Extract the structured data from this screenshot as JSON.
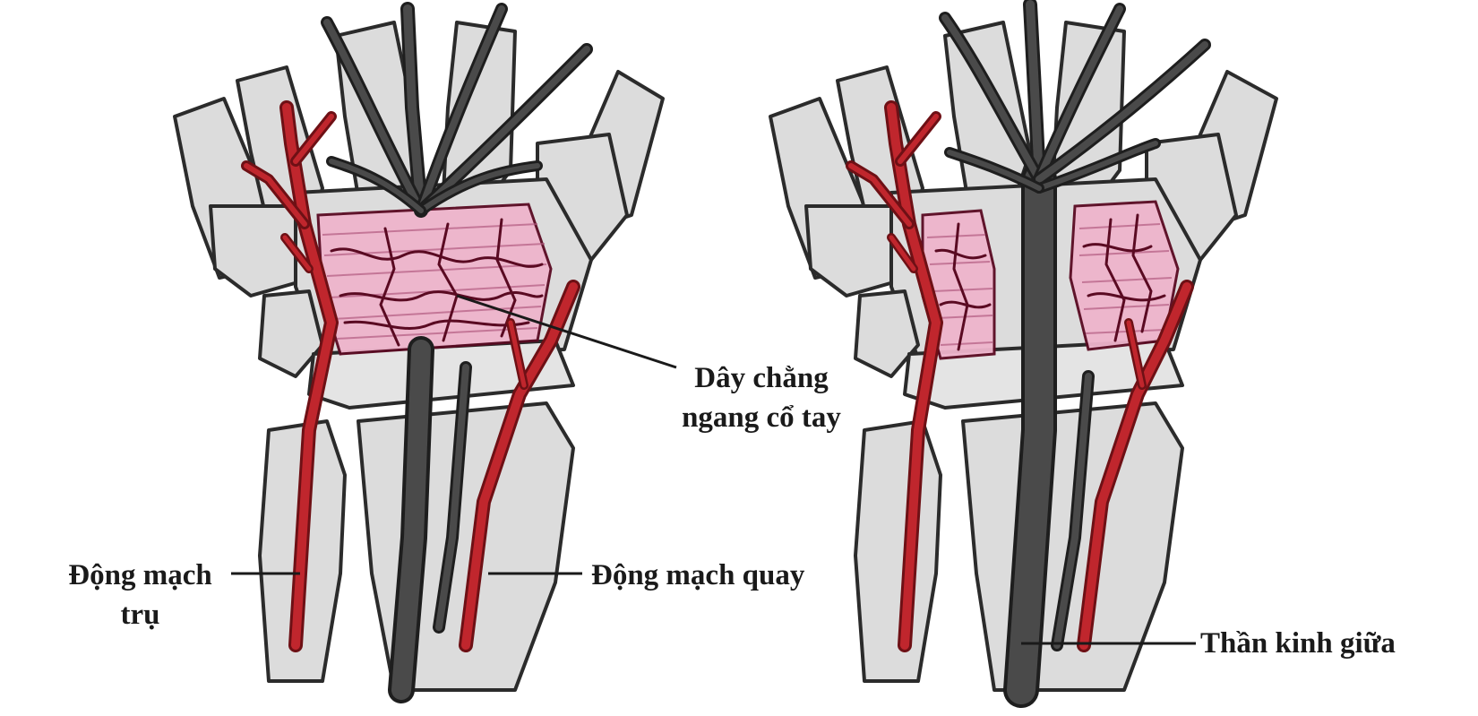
{
  "labels": {
    "ligament_line1": "Dây chằng",
    "ligament_line2": "ngang cổ tay",
    "ulnar_line1": "Động mạch",
    "ulnar_line2": "trụ",
    "radial": "Động mạch quay",
    "median_nerve": "Thần kinh giữa"
  },
  "colors": {
    "bone_fill": "#dcdcdc",
    "bone_stroke": "#2b2b2b",
    "artery": "#c0262d",
    "artery_stroke": "#6e1015",
    "nerve": "#4a4a4a",
    "nerve_stroke": "#1e1e1e",
    "ligament": "#eeb4cc",
    "ligament_vein": "#5a0a22",
    "leader": "#1a1a1a"
  }
}
